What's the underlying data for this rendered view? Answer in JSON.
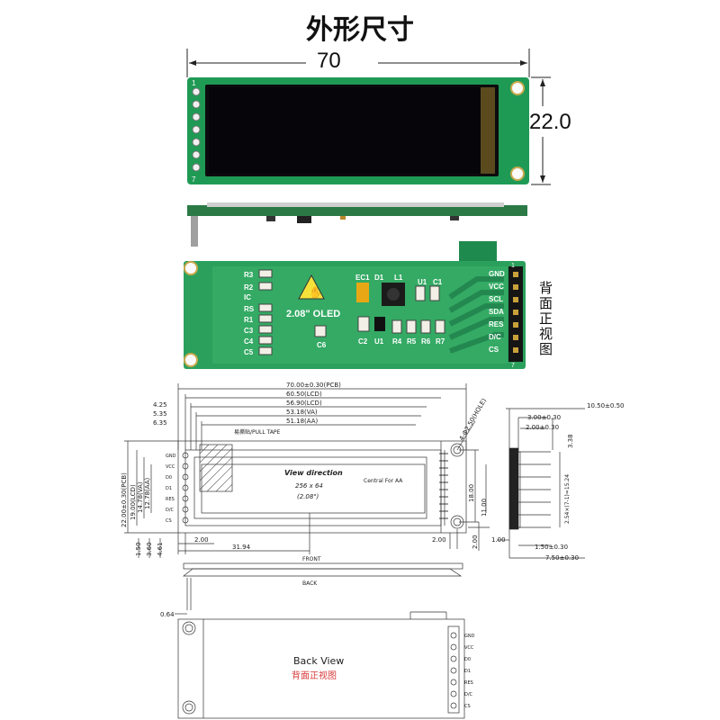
{
  "title": "外形尺寸",
  "top_dims": {
    "width": "70",
    "height": "22.0"
  },
  "module_photo": {
    "pin_first": "1",
    "pin_last": "7",
    "pin_labels": [
      "GND",
      "VCC",
      "SCL",
      "SDA",
      "RES",
      "D/C",
      "CS"
    ],
    "silk_left": [
      "R3",
      "R2",
      "IC",
      "RS",
      "R1",
      "C3",
      "C4",
      "C5"
    ],
    "silk_top": [
      "EC1",
      "D1",
      "L1",
      "U1",
      "C1"
    ],
    "silk_bottom": [
      "C2",
      "U1",
      "R4",
      "R5",
      "R6",
      "R7"
    ],
    "silk_c6": "C6",
    "model": "2.08\" OLED",
    "side_label": "背面正视图"
  },
  "drawing": {
    "dims_top": [
      "70.00±0.30(PCB)",
      "60.50(LCD)",
      "56.90(LCD)",
      "53.18(VA)",
      "51.18(AA)"
    ],
    "dims_left_offsets": [
      "4.25",
      "5.35",
      "6.35"
    ],
    "pull_tape": "易撕贴/PULL TAPE",
    "pins": [
      "GND",
      "VCC",
      "D0",
      "D1",
      "RES",
      "D/C",
      "CS"
    ],
    "view_direction": "View direction",
    "resolution": "256 x 64",
    "size": "(2.08\")",
    "central": "Central For AA",
    "hole": "4-Φ2.50(HOLE)",
    "dims_vertical": [
      "22.00±0.30(PCB)",
      "19.00(LCD)",
      "14.78(VA)",
      "12.78(AA)"
    ],
    "dims_bottom_left": [
      "1.50",
      "3.60",
      "4.61"
    ],
    "dim_2_00_a": "2.00",
    "dim_31_94": "31.94",
    "dim_2_00_b": "2.00",
    "dim_2_00_c": "2.00",
    "dim_18_00": "18.00",
    "dim_11_00": "11.00",
    "side_dims": [
      "10.50±0.50",
      "3.00±0.30",
      "2.00±0.30",
      "3.38"
    ],
    "pitch": "2.54×(7-1)=15.24",
    "side_bottom": [
      "1.00",
      "1.50±0.30",
      "7.50±0.30"
    ],
    "front": "FRONT",
    "back": "BACK",
    "dim_0_64": "0.64",
    "back_view": "Back View",
    "back_view_cn": "背面正视图",
    "back_pins": [
      "GND",
      "VCC",
      "D0",
      "D1",
      "RES",
      "D/C",
      "CS"
    ]
  }
}
